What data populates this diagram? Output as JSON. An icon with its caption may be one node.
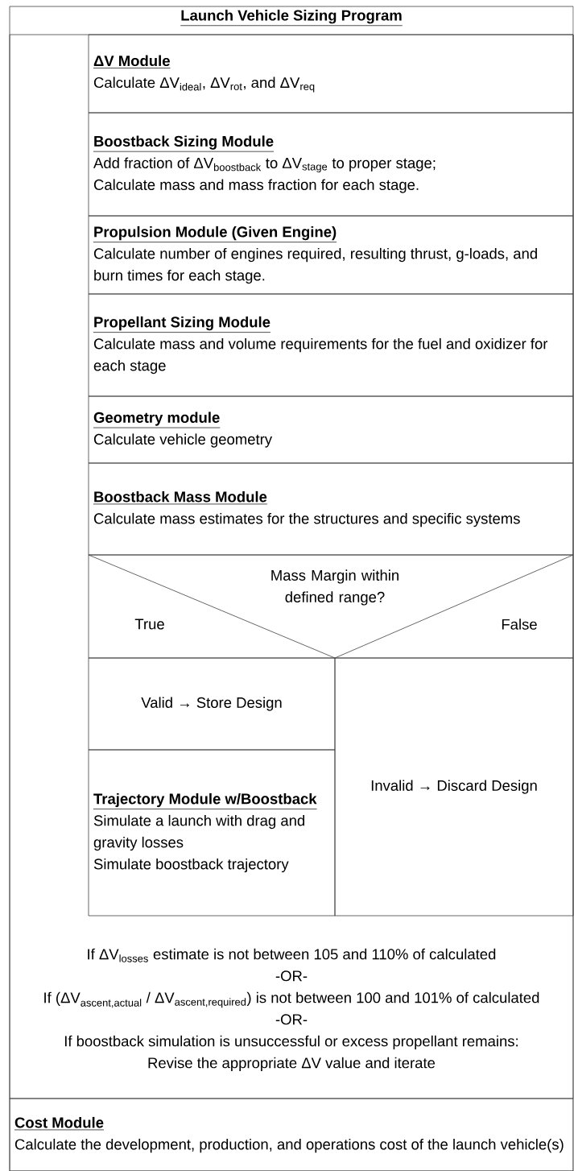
{
  "diagram": {
    "nodes": [
      {
        "text": [
          "Launch Vehicle Sizing Program"
        ]
      },
      {
        "text": [
          "\\text{If ΔV}_{\\text{losses}}\\text{ estimate is not between 105 and 110\\% of calculated}",
          "-OR-",
          "\\text{If (ΔV}_{\\text{ascent,actual}}\\text{ / ΔV}_{\\text{ascent,required}}\\text{) is not between 100 and 101\\% of calculated}",
          "-OR-",
          "If boostback simulation is unsuccessful or excess propellant remains:",
          "Revise the appropriate ΔV value and iterate"
        ],
        "in": 0
      },
      {
        "text": [
          "ΔV Module",
          "\\text{Calculate ΔV}_{\\text{ideal}}\\text{, ΔV}_{\\text{rot}}\\text{, and ΔV}_{\\text{req}}"
        ],
        "in": 1
      },
      {
        "text": [
          "Boostback Sizing Module",
          "\\text{Add fraction of ΔV}_{\\text{boostback}}\\text{ to ΔV}_{\\text{stage}}\\text{ to proper stage;}\\allowbreak\\ \\text{Calculate mass and mass fraction for each stage.}"
        ],
        "in": 1
      },
      {
        "text": [
          "Propulsion Module (Given Engine)",
          "Calculate number of engines required, resulting thrust, g-loads, and burn times for each stage."
        ],
        "in": 1
      },
      {
        "text": [
          "Propellant Sizing Module",
          "Calculate mass and volume requirements for the fuel and oxidizer for each stage"
        ],
        "in": 1
      },
      {
        "text": [
          "Geometry module",
          "Calculate vehicle geometry"
        ],
        "in": 1
      },
      {
        "text": [
          "Boostback Mass Module",
          "Calculate mass estimates for the structures and specific systems"
        ],
        "in": 1
      },
      {
        "text": [
          "Mass Margin within defined range?",
          "True",
          "False"
        ],
        "in": 1
      },
      {
        "text": [
          "Valid → Store Design"
        ],
        "in": 1
      },
      {
        "text": [
          "Trajectory Module w/Boostback",
          "Simulate a launch with drag and gravity losses",
          "Simulate boostback trajectory"
        ],
        "in": 1
      },
      {
        "text": [
          "Invalid → Discard Design"
        ],
        "in": 1
      },
      {
        "text": [
          "Cost Module",
          "Calculate the development, production, and operations cost of the launch vehicle(s)"
        ],
        "in": 0
      }
    ]
  }
}
